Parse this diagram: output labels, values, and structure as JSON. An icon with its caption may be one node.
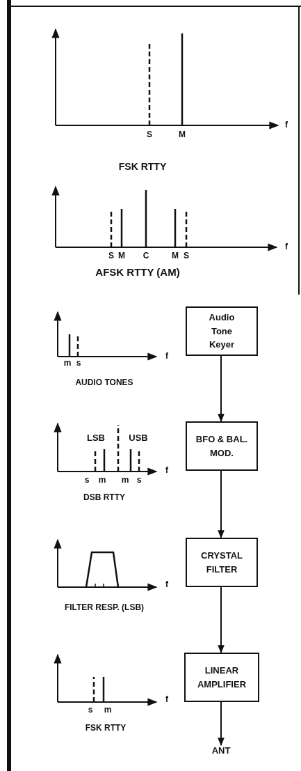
{
  "diagram": {
    "nodes": [
      {
        "text": [
          "Audio Tone Keyer"
        ]
      },
      {
        "text": [
          "BFO & BAL. MOD."
        ]
      },
      {
        "text": [
          "CRYSTAL FILTER"
        ]
      },
      {
        "text": [
          "LINEAR AMPLIFIER"
        ]
      },
      {
        "text": [
          "ANT"
        ]
      }
    ],
    "edges": [
      {
        "from": 0,
        "to": 1,
        "arrow": "to"
      },
      {
        "from": 1,
        "to": 2,
        "arrow": "to"
      },
      {
        "from": 2,
        "to": 3,
        "arrow": "to"
      },
      {
        "from": 3,
        "to": 4,
        "arrow": "to"
      }
    ],
    "labels": [
      "f",
      "S",
      "M",
      "FSK RTTY",
      "f",
      "S",
      "M",
      "C",
      "M",
      "S",
      "AFSK RTTY (AM)",
      "f",
      "m",
      "s",
      "AUDIO TONES",
      "LSB",
      "USB",
      "f",
      "s",
      "m",
      "m",
      "s",
      "DSB RTTY",
      "f",
      "FILTER RESP. (LSB)",
      "f",
      "s",
      "m",
      "FSK RTTY"
    ]
  }
}
